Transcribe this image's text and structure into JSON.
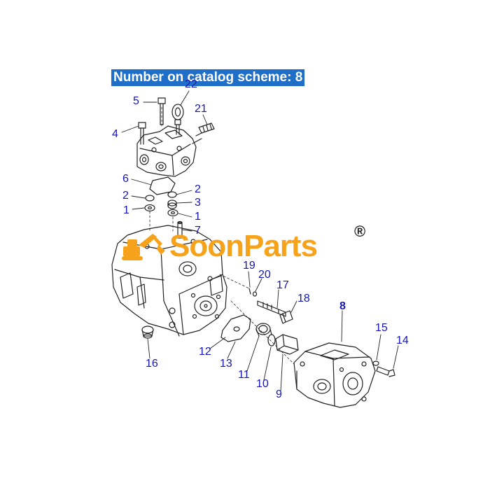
{
  "banner": {
    "text": "Number on catalog scheme: 8"
  },
  "watermark": {
    "brand": "SoonParts",
    "registered_mark": "®",
    "brand_color": "#f7a21b"
  },
  "colors": {
    "banner_bg": "#1f6fc9",
    "callout_text": "#1515b5",
    "line": "#222222"
  },
  "callouts": [
    {
      "id": "c22",
      "label": "22"
    },
    {
      "id": "c5",
      "label": "5"
    },
    {
      "id": "c21",
      "label": "21"
    },
    {
      "id": "c4",
      "label": "4"
    },
    {
      "id": "c6",
      "label": "6"
    },
    {
      "id": "c2a",
      "label": "2"
    },
    {
      "id": "c2b",
      "label": "2"
    },
    {
      "id": "c3",
      "label": "3"
    },
    {
      "id": "c1a",
      "label": "1"
    },
    {
      "id": "c1b",
      "label": "1"
    },
    {
      "id": "c7",
      "label": "7"
    },
    {
      "id": "c19",
      "label": "19"
    },
    {
      "id": "c20",
      "label": "20"
    },
    {
      "id": "c17",
      "label": "17"
    },
    {
      "id": "c18",
      "label": "18"
    },
    {
      "id": "c8",
      "label": "8"
    },
    {
      "id": "c15",
      "label": "15"
    },
    {
      "id": "c14",
      "label": "14"
    },
    {
      "id": "c12",
      "label": "12"
    },
    {
      "id": "c13",
      "label": "13"
    },
    {
      "id": "c11",
      "label": "11"
    },
    {
      "id": "c10",
      "label": "10"
    },
    {
      "id": "c9",
      "label": "9"
    },
    {
      "id": "c16",
      "label": "16"
    }
  ]
}
